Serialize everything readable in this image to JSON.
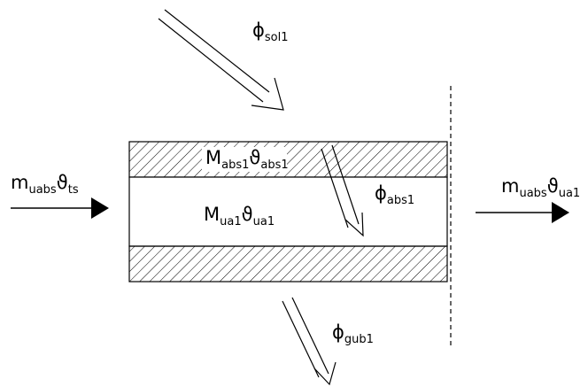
{
  "labels": {
    "phi_sol": {
      "main": "ϕ",
      "sub": "sol1"
    },
    "m_in": {
      "m": "m",
      "m_sub": "uabs",
      "theta": "ϑ",
      "theta_sub": "ts"
    },
    "abs_layer": {
      "M": "M",
      "M_sub": "abs1",
      "theta": "ϑ",
      "theta_sub": "abs1"
    },
    "fluid": {
      "M": "M",
      "M_sub": "ua1",
      "theta": "ϑ",
      "theta_sub": "ua1"
    },
    "phi_abs": {
      "main": "ϕ",
      "sub": "abs1"
    },
    "m_out": {
      "m": "m",
      "m_sub": "uabs",
      "theta": "ϑ",
      "theta_sub": "ua1"
    },
    "phi_gub": {
      "main": "ϕ",
      "sub": "gub1"
    }
  }
}
